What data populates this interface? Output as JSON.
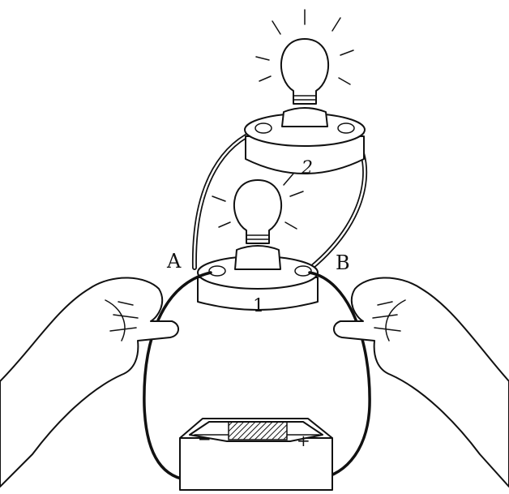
{
  "labels": {
    "terminal_a": "A",
    "terminal_b": "B",
    "bulb_1": "1",
    "bulb_2": "2",
    "battery_minus": "−",
    "battery_plus": "+"
  }
}
